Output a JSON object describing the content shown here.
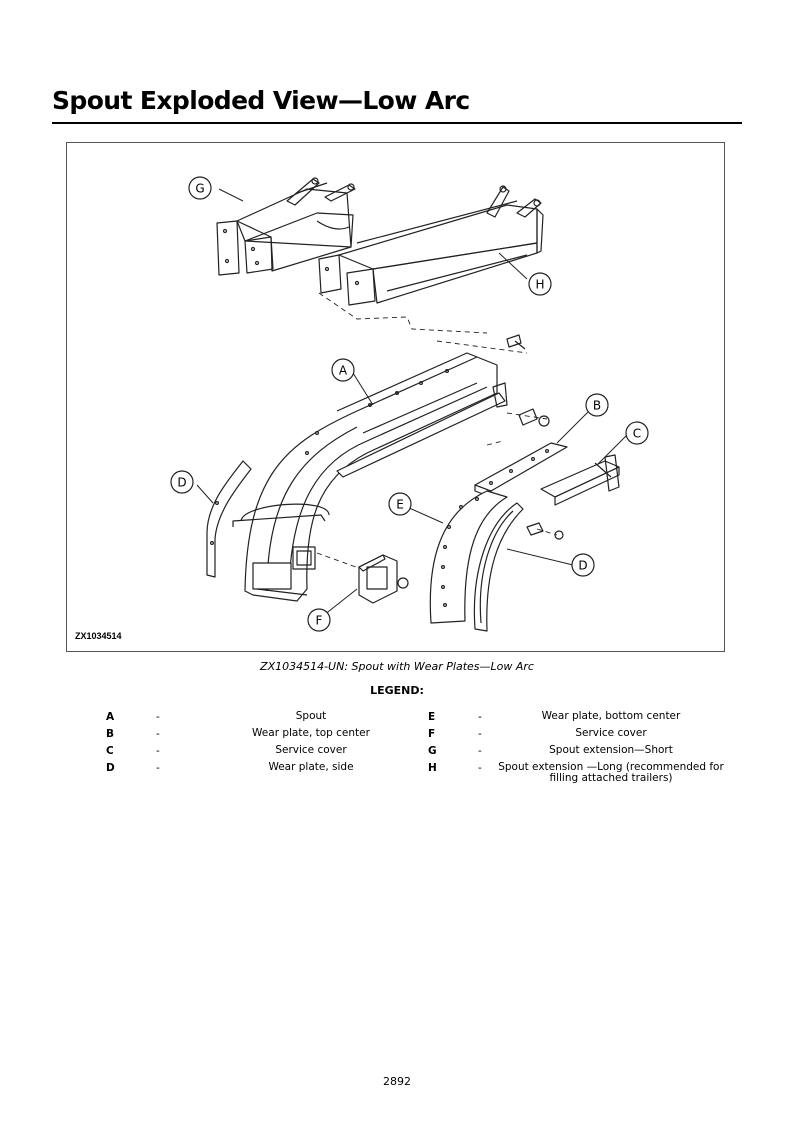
{
  "page": {
    "title": "Spout Exploded View—Low Arc",
    "page_number": "2892"
  },
  "figure": {
    "id": "ZX1034514",
    "caption": "ZX1034514-UN: Spout with Wear Plates—Low Arc",
    "callouts": [
      "G",
      "H",
      "A",
      "B",
      "C",
      "D",
      "E",
      "F",
      "D"
    ]
  },
  "legend": {
    "title": "LEGEND:",
    "separator": "-",
    "left": [
      {
        "key": "A",
        "value": "Spout"
      },
      {
        "key": "B",
        "value": "Wear plate, top center"
      },
      {
        "key": "C",
        "value": "Service cover"
      },
      {
        "key": "D",
        "value": "Wear plate, side"
      }
    ],
    "right": [
      {
        "key": "E",
        "value": "Wear plate, bottom center"
      },
      {
        "key": "F",
        "value": "Service cover"
      },
      {
        "key": "G",
        "value": "Spout extension—Short"
      },
      {
        "key": "H",
        "value": "Spout extension —Long (recommended for filling attached trailers)"
      }
    ]
  }
}
